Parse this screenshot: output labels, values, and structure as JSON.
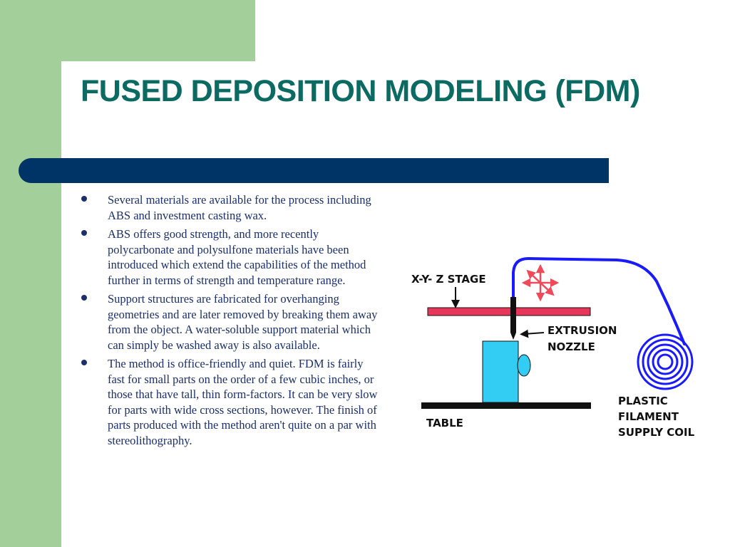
{
  "slide": {
    "title": "FUSED DEPOSITION MODELING (FDM)",
    "bullets": [
      "Several materials are available for the process including ABS and investment casting wax.",
      "ABS offers good strength, and more recently polycarbonate and polysulfone materials have been introduced which extend the capabilities of the method further in terms of strength and temperature range.",
      "Support structures are fabricated for overhanging geometries and are later removed by breaking them away from the object. A water-soluble support material which can simply be washed away is also available.",
      "The method is office-friendly and quiet. FDM is fairly fast for small parts on the order of a few cubic inches, or those that have tall, thin form-factors. It can be very slow for parts with wide cross sections, however. The finish of parts produced with the method aren't quite on a par with stereolithography."
    ]
  },
  "diagram": {
    "labels": {
      "stage": "X-Y- Z STAGE",
      "nozzle_line1": "EXTRUSION",
      "nozzle_line2": "NOZZLE",
      "table": "TABLE",
      "coil_line1": "PLASTIC",
      "coil_line2": "FILAMENT",
      "coil_line3": "SUPPLY COIL"
    },
    "colors": {
      "stage_bar": "#e8365a",
      "filament": "#1a1aff",
      "part": "#33ccf2",
      "arrows": "#f04a5a",
      "table": "#111111"
    }
  },
  "theme": {
    "title_color": "#0b6b62",
    "bar_color": "#003466",
    "accent_green": "#a2cf9a",
    "text_color": "#1a2f6b"
  }
}
